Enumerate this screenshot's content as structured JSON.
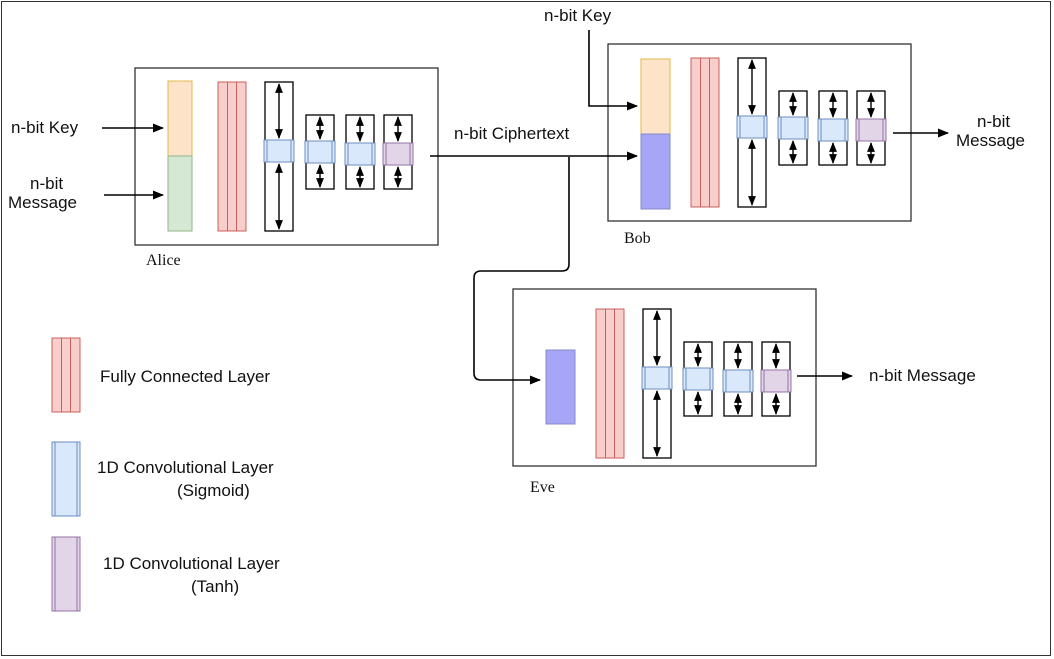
{
  "colors": {
    "key": "#fde3c8",
    "key_border": "#e0b84a",
    "message": "#d5e8d4",
    "message_border": "#92b68a",
    "ciphertext": "#a7a5f5",
    "ciphertext_border": "#8a88c8",
    "fc": "#f8cecc",
    "fc_border": "#c8605b",
    "conv_sigmoid": "#dae8fc",
    "conv_sigmoid_border": "#6c8ebf",
    "conv_tanh": "#e1d5e7",
    "conv_tanh_border": "#9673a6",
    "line": "#000000",
    "box_border": "#333333"
  },
  "networks": [
    {
      "id": "alice",
      "name": "Alice",
      "inputs": [
        "n-bit Key",
        "n-bit Message"
      ],
      "input_block": [
        "key",
        "message"
      ]
    },
    {
      "id": "bob",
      "name": "Bob",
      "inputs": [
        "n-bit Key",
        "n-bit Ciphertext"
      ],
      "input_block": [
        "key",
        "ciphertext"
      ],
      "output": "n-bit Message"
    },
    {
      "id": "eve",
      "name": "Eve",
      "inputs": [
        "n-bit Ciphertext"
      ],
      "input_block": [
        "ciphertext"
      ],
      "output": "n-bit Message"
    }
  ],
  "labels": {
    "alice_key": "n-bit Key",
    "alice_msg_1": "n-bit",
    "alice_msg_2": "Message",
    "ciphertext": "n-bit Ciphertext",
    "bob_key": "n-bit Key",
    "bob_out_1": "n-bit",
    "bob_out_2": "Message",
    "eve_out": "n-bit Message",
    "alice": "Alice",
    "bob": "Bob",
    "eve": "Eve"
  },
  "layer_sequence": [
    "input",
    "fully-connected",
    "conv-sigmoid",
    "conv-sigmoid",
    "conv-sigmoid",
    "conv-tanh"
  ],
  "legend": [
    {
      "kind": "fc",
      "label_1": "Fully Connected Layer",
      "label_2": ""
    },
    {
      "kind": "conv_sigmoid",
      "label_1": "1D Convolutional Layer",
      "label_2": "(Sigmoid)"
    },
    {
      "kind": "conv_tanh",
      "label_1": "1D Convolutional Layer",
      "label_2": "(Tanh)"
    }
  ]
}
